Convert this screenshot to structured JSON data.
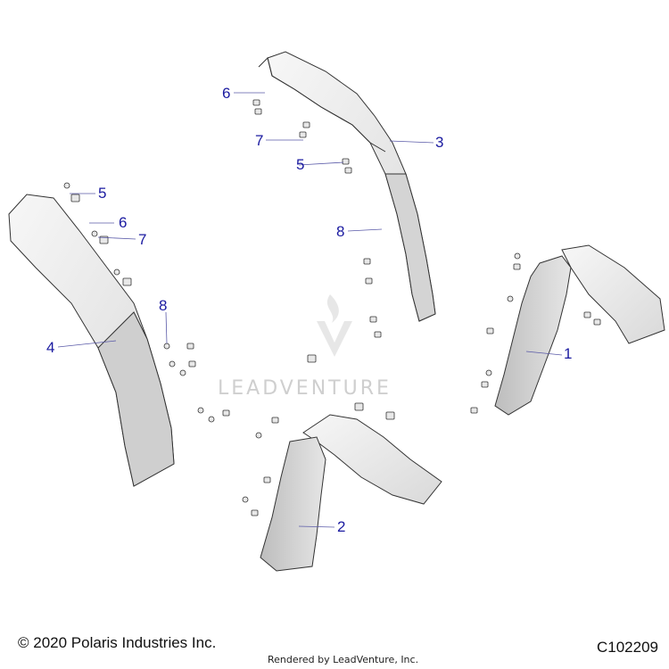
{
  "callouts": [
    {
      "label": "1"
    },
    {
      "label": "2"
    },
    {
      "label": "3"
    },
    {
      "label": "4"
    },
    {
      "label": "5"
    },
    {
      "label": "5"
    },
    {
      "label": "6"
    },
    {
      "label": "6"
    },
    {
      "label": "7"
    },
    {
      "label": "7"
    },
    {
      "label": "8"
    },
    {
      "label": "8"
    }
  ],
  "footer": {
    "copyright": "© 2020 Polaris Industries Inc.",
    "part_number": "C102209",
    "rendered_by": "Rendered by LeadVenture, Inc."
  },
  "watermark": {
    "text": "LEADVENTURE"
  },
  "colors": {
    "callout": "#1a1aa0",
    "part_fill_light": "#f2f2f2",
    "part_fill_dark": "#cfcfcf",
    "outline": "#333333"
  }
}
